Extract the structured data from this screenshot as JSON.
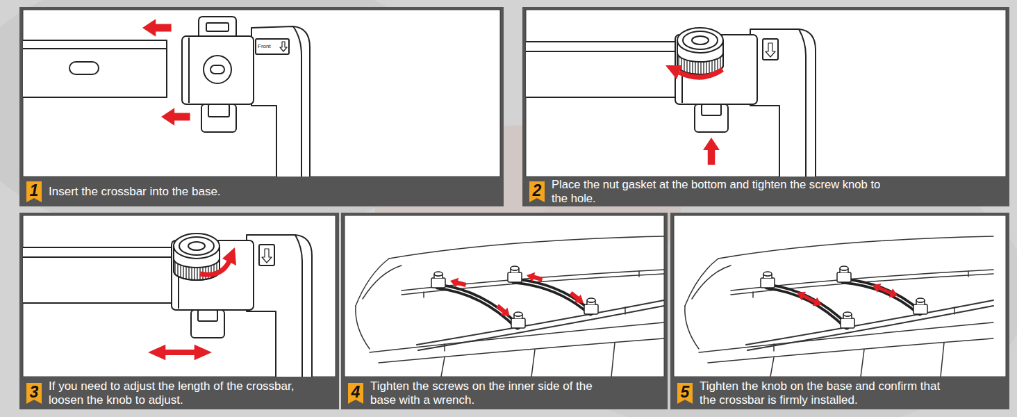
{
  "diagram": {
    "nodes": [
      {
        "text": [
          "Insert the crossbar into the base."
        ]
      },
      {
        "text": [
          "1"
        ],
        "in": 0
      },
      {
        "text": [
          "Place the nut gasket at the bottom and tighten the screw knob to the hole."
        ]
      },
      {
        "text": [
          "2"
        ],
        "in": 2
      },
      {
        "text": [
          "If you need to adjust the length of the crossbar, loosen the knob to adjust."
        ]
      },
      {
        "text": [
          "3"
        ],
        "in": 4
      },
      {
        "text": [
          "Tighten the screws on the inner side of the base with a wrench."
        ]
      },
      {
        "text": [
          "4"
        ],
        "in": 6
      },
      {
        "text": [
          "Tighten the knob on the base and confirm that the crossbar is firmly installed."
        ]
      },
      {
        "text": [
          "5"
        ],
        "in": 8
      }
    ],
    "labels": [
      "Front"
    ]
  }
}
